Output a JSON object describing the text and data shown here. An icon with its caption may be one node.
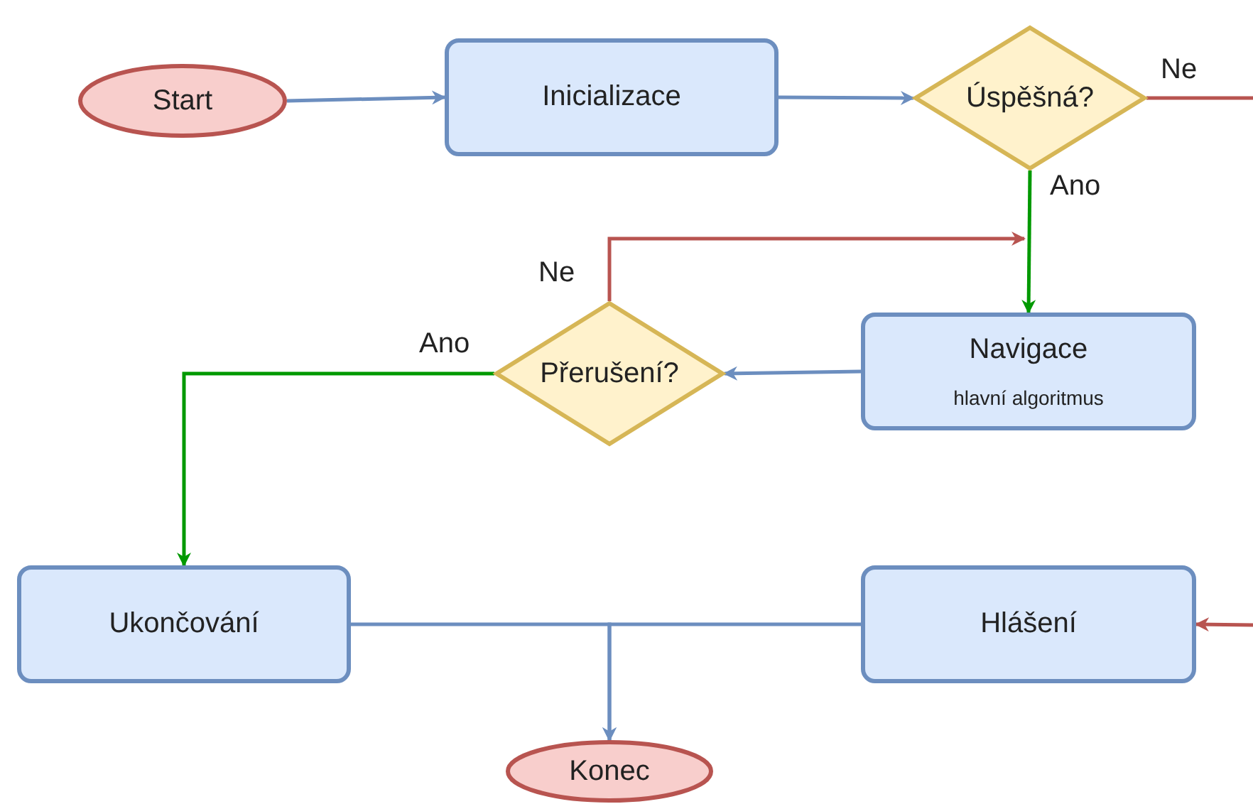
{
  "diagram": {
    "nodes": [
      {
        "text": [
          "Start"
        ]
      },
      {
        "text": [
          "Inicializace"
        ]
      },
      {
        "text": [
          "Úspěšná?"
        ]
      },
      {
        "text": [
          "Navigace",
          "hlavní algoritmus"
        ]
      },
      {
        "text": [
          "Přerušení?"
        ]
      },
      {
        "text": [
          "Ukončování"
        ]
      },
      {
        "text": [
          "Hlášení"
        ]
      },
      {
        "text": [
          "Konec"
        ]
      }
    ],
    "edges": [
      {
        "from": 0,
        "to": 1,
        "arrow": "to"
      },
      {
        "from": 1,
        "to": 2,
        "arrow": "to"
      },
      {
        "from": 2,
        "to": null,
        "arrow": "none",
        "label": "Ne",
        "color": "#b85450"
      },
      {
        "from": 2,
        "to": 3,
        "arrow": "to",
        "label": "Ano",
        "color": "#009900"
      },
      {
        "from": 4,
        "to": 3,
        "arrow": "to",
        "label": "Ne",
        "color": "#b85450"
      },
      {
        "from": 3,
        "to": 4,
        "arrow": "to"
      },
      {
        "from": 4,
        "to": 5,
        "arrow": "to",
        "label": "Ano",
        "color": "#009900"
      },
      {
        "from": 5,
        "to": 7,
        "arrow": "to"
      },
      {
        "from": 6,
        "to": 7,
        "arrow": "to"
      },
      {
        "from": null,
        "to": 6,
        "arrow": "to",
        "color": "#b85450"
      }
    ]
  }
}
